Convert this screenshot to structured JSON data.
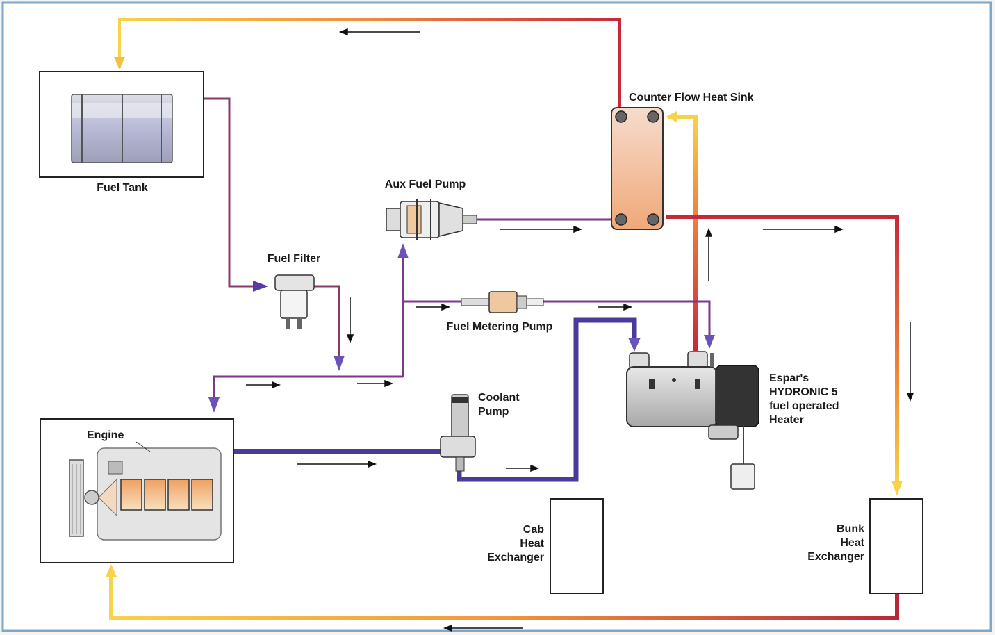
{
  "labels": {
    "fuel_tank": "Fuel Tank",
    "counter_flow": "Counter Flow Heat Sink",
    "aux_fuel_pump": "Aux Fuel Pump",
    "fuel_filter": "Fuel Filter",
    "fuel_metering_pump": "Fuel Metering Pump",
    "coolant_pump": [
      "Coolant",
      "Pump"
    ],
    "engine": "Engine",
    "heater": [
      "Espar's",
      "HYDRONIC 5",
      "fuel operated",
      "Heater"
    ],
    "cab_hx": [
      "Cab",
      "Heat",
      "Exchanger"
    ],
    "bunk_hx": [
      "Bunk",
      "Heat",
      "Exchanger"
    ]
  },
  "colors": {
    "background": "#f2f4f5",
    "frame": "#7fa8c8",
    "fuel_line": "#6b3c8e",
    "coolant_cold": "#4a3a9a",
    "coolant_hot": "#c0283a",
    "return_warm": "#f5b942"
  }
}
